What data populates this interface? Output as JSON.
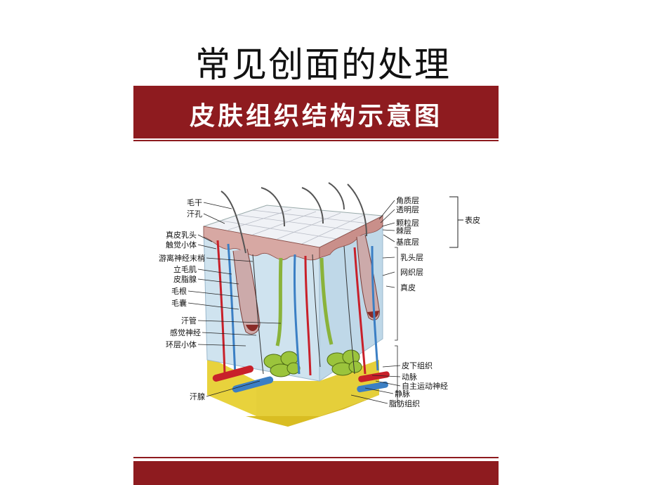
{
  "slide": {
    "title": "常见创面的处理"
  },
  "poster": {
    "title": "皮肤组织结构示意图"
  },
  "labels_left": [
    "毛干",
    "汗孔",
    "真皮乳头",
    "触觉小体",
    "游离神经末梢",
    "立毛肌",
    "皮脂腺",
    "毛根",
    "毛囊",
    "汗管",
    "感觉神经",
    "环层小体",
    "汗腺"
  ],
  "labels_right": [
    "角质层",
    "透明层",
    "颗粒层",
    "棘层",
    "基底层",
    "乳头层",
    "网织层",
    "真皮",
    "皮下组织",
    "动脉",
    "自主运动神经",
    "静脉",
    "脂肪组织"
  ],
  "bracket_label": "表皮",
  "colors": {
    "banner": "#8e1b1f",
    "dermis": "#cfe3ef",
    "epidermis": "#d7a8a3",
    "fat": "#e5cf3a",
    "gland": "#9bc43c",
    "artery": "#c8202a",
    "vein": "#3b7fc4"
  }
}
